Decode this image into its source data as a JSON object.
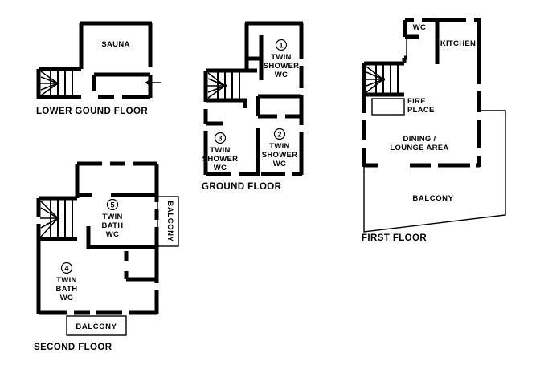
{
  "document": {
    "title": "Multi-storey house floor plans",
    "ink_color": "#000000",
    "background_color": "#ffffff"
  },
  "floors": {
    "lower_ground": {
      "label": "LOWER GOUND FLOOR",
      "rooms": [
        {
          "name": "SAUNA"
        }
      ],
      "features": {
        "staircase": "winder-staircase",
        "entry_arrow": "left-arrow"
      }
    },
    "ground": {
      "label": "GROUND FLOOR",
      "rooms": [
        {
          "marker": "1",
          "line1": "TWIN",
          "line2": "SHOWER",
          "line3": "WC"
        },
        {
          "marker": "2",
          "line1": "TWIN",
          "line2": "SHOWER",
          "line3": "WC"
        },
        {
          "marker": "3",
          "line1": "TWIN",
          "line2": "SHOWER",
          "line3": "WC"
        }
      ],
      "features": {
        "staircase": "winder-staircase"
      }
    },
    "first": {
      "label": "FIRST FLOOR",
      "rooms": [
        {
          "name": "WC"
        },
        {
          "name": "KITCHEN"
        },
        {
          "name_line1": "FIRE",
          "name_line2": "PLACE"
        },
        {
          "name_line1": "DINING /",
          "name_line2": "LOUNGE AREA"
        },
        {
          "name": "BALCONY"
        }
      ],
      "features": {
        "staircase": "winder-staircase",
        "fireplace": "fireplace-rectangle"
      }
    },
    "second": {
      "label": "SECOND FLOOR",
      "rooms": [
        {
          "marker": "4",
          "line1": "TWIN",
          "line2": "BATH",
          "line3": "WC"
        },
        {
          "marker": "5",
          "line1": "TWIN",
          "line2": "BATH",
          "line3": "WC"
        },
        {
          "name": "BALCONY",
          "position": "right",
          "orientation": "vertical"
        },
        {
          "name": "BALCONY",
          "position": "bottom",
          "orientation": "horizontal"
        }
      ],
      "features": {
        "staircase": "winder-staircase"
      }
    }
  }
}
